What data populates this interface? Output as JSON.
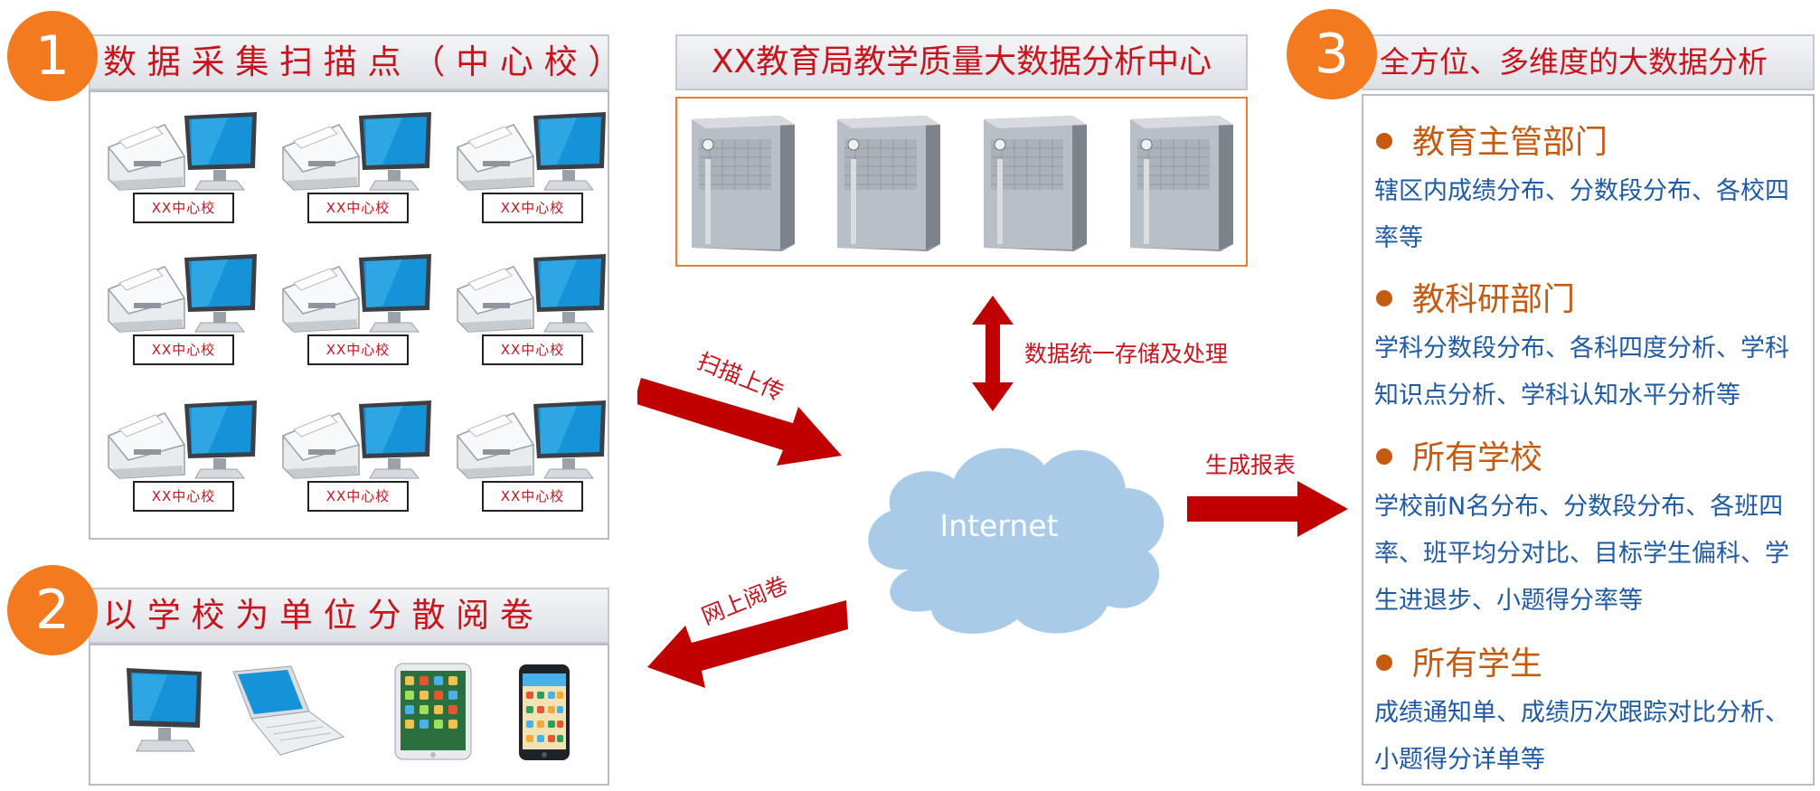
{
  "section1": {
    "number": "1",
    "title": "数 据 采 集 扫 描 点 （ 中 心 校 ）",
    "stations": [
      "XX中心校",
      "XX中心校",
      "XX中心校",
      "XX中心校",
      "XX中心校",
      "XX中心校",
      "XX中心校",
      "XX中心校",
      "XX中心校"
    ]
  },
  "section2": {
    "number": "2",
    "title": "以 学 校 为 单 位 分 散 阅 卷"
  },
  "center": {
    "title": "XX教育局教学质量大数据分析中心",
    "cloud_label": "Internet",
    "storage_label": "数据统一存储及处理"
  },
  "arrows": {
    "scan_upload": "扫描上传",
    "online_marking": "网上阅卷",
    "generate_report": "生成报表"
  },
  "section3": {
    "number": "3",
    "title": "全方位、多维度的大数据分析",
    "items": [
      {
        "head": "教育主管部门",
        "desc": "辖区内成绩分布、分数段分布、各校四率等"
      },
      {
        "head": "教科研部门",
        "desc": "学科分数段分布、各科四度分析、学科知识点分析、学科认知水平分析等"
      },
      {
        "head": "所有学校",
        "desc": "学校前N名分布、分数段分布、各班四率、班平均分对比、目标学生偏科、学生进退步、小题得分率等"
      },
      {
        "head": "所有学生",
        "desc": "成绩通知单、成绩历次跟踪对比分析、小题得分详单等"
      }
    ]
  },
  "colors": {
    "badge": "#f47a1f",
    "title_red": "#c8141c",
    "arrow_red": "#c00000",
    "heading_orange": "#c55a11",
    "desc_blue": "#1f5aa5",
    "cloud": "#a9cbe8",
    "server_border": "#ed7d31"
  }
}
